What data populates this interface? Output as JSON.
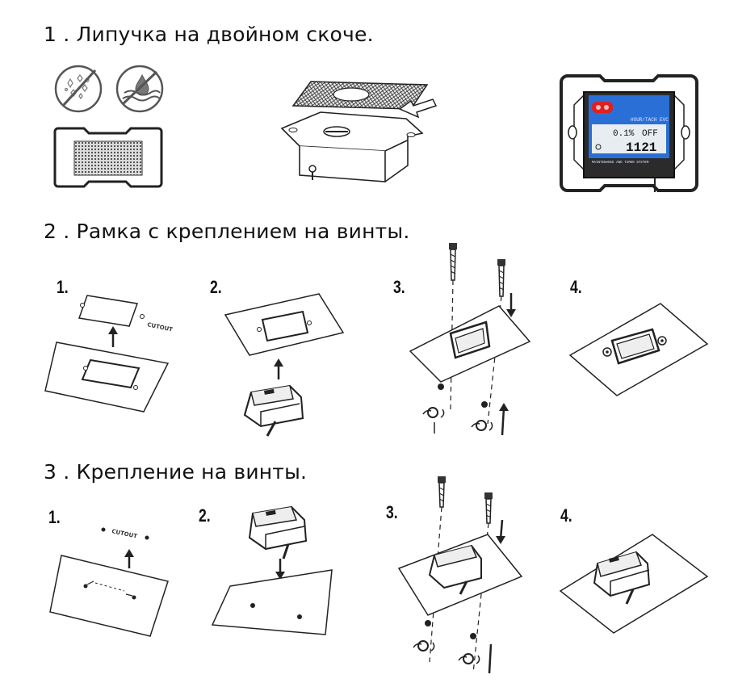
{
  "sections": [
    {
      "id": "1",
      "heading": "1 . Липучка на двойном скоче."
    },
    {
      "id": "2",
      "heading": "2 . Рамка с креплением на винты.",
      "steps": [
        "1.",
        "2.",
        "3.",
        "4."
      ]
    },
    {
      "id": "3",
      "heading": "3 . Крепление на винты.",
      "steps": [
        "1.",
        "2.",
        "3.",
        "4."
      ]
    }
  ],
  "device": {
    "brand": "HOUR/TACH EVC",
    "line1": "0.1%",
    "line1b": "OFF",
    "line2": "1121",
    "footer": "MAINTENANCE AND TIMER SYSTEM",
    "accent": "#2a6fd6",
    "button_color": "#e02020"
  },
  "labels": {
    "cutout": "CUTOUT"
  },
  "icons": [
    "no-dust-icon",
    "no-water-icon"
  ]
}
